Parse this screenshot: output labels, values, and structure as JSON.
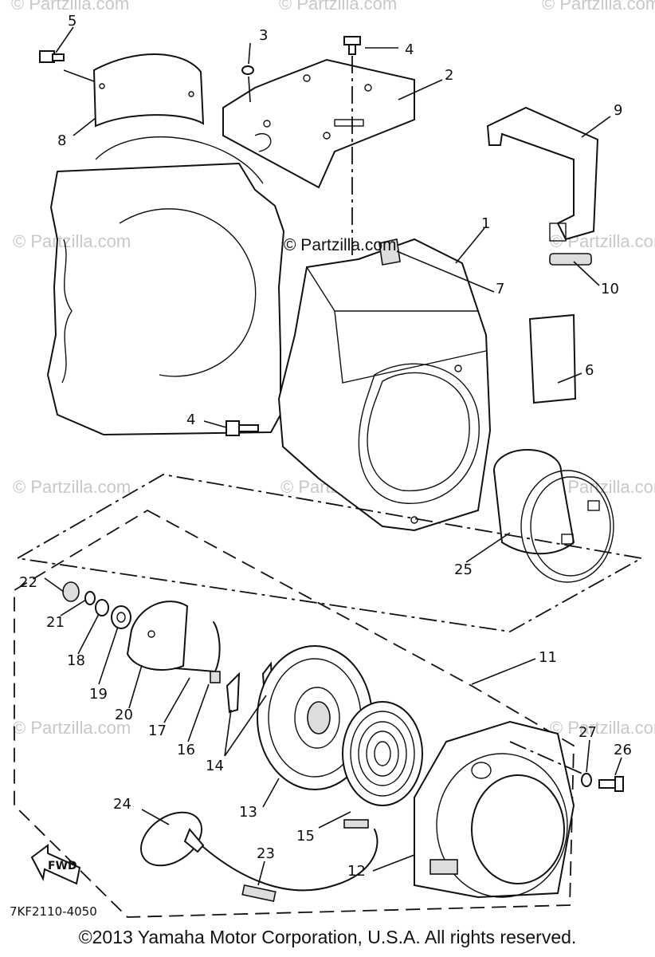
{
  "diagram_code": "7KF2110-4050",
  "copyright": "©2013 Yamaha Motor Corporation, U.S.A. All rights reserved.",
  "watermark": "© Partzilla.com",
  "fwd_label": "FWD",
  "callouts": [
    {
      "id": "1",
      "label": "1"
    },
    {
      "id": "2",
      "label": "2"
    },
    {
      "id": "3",
      "label": "3"
    },
    {
      "id": "4a",
      "label": "4"
    },
    {
      "id": "4b",
      "label": "4"
    },
    {
      "id": "5",
      "label": "5"
    },
    {
      "id": "6",
      "label": "6"
    },
    {
      "id": "7",
      "label": "7"
    },
    {
      "id": "8",
      "label": "8"
    },
    {
      "id": "9",
      "label": "9"
    },
    {
      "id": "10",
      "label": "10"
    },
    {
      "id": "11",
      "label": "11"
    },
    {
      "id": "12",
      "label": "12"
    },
    {
      "id": "13",
      "label": "13"
    },
    {
      "id": "14",
      "label": "14"
    },
    {
      "id": "15",
      "label": "15"
    },
    {
      "id": "16",
      "label": "16"
    },
    {
      "id": "17",
      "label": "17"
    },
    {
      "id": "18",
      "label": "18"
    },
    {
      "id": "19",
      "label": "19"
    },
    {
      "id": "20",
      "label": "20"
    },
    {
      "id": "21",
      "label": "21"
    },
    {
      "id": "22",
      "label": "22"
    },
    {
      "id": "23",
      "label": "23"
    },
    {
      "id": "24",
      "label": "24"
    },
    {
      "id": "25",
      "label": "25"
    },
    {
      "id": "26",
      "label": "26"
    },
    {
      "id": "27",
      "label": "27"
    }
  ]
}
